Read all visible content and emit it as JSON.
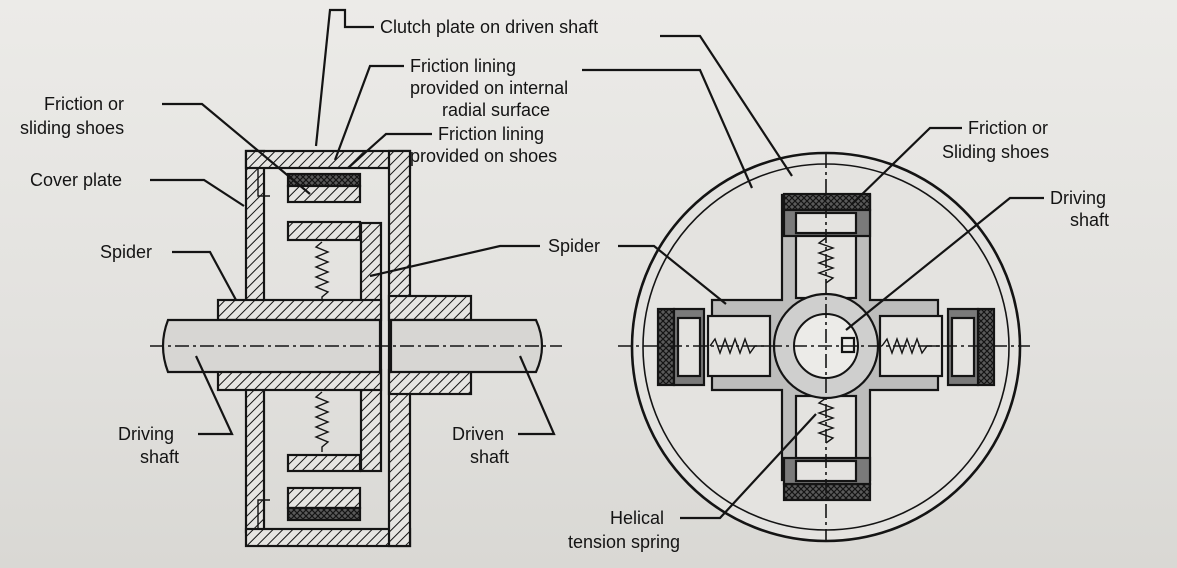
{
  "left_labels": {
    "clutch_plate_driven": "Clutch plate on driven shaft",
    "lining_internal_1": "Friction lining",
    "lining_internal_2": "provided on internal",
    "lining_internal_3": "radial surface",
    "lining_shoes_1": "Friction lining",
    "lining_shoes_2": "provided on shoes",
    "friction_shoes_1": "Friction or",
    "friction_shoes_2": "sliding shoes",
    "cover_plate": "Cover plate",
    "spider": "Spider",
    "driving_shaft_1": "Driving",
    "driving_shaft_2": "shaft",
    "driven_shaft_1": "Driven",
    "driven_shaft_2": "shaft"
  },
  "right_labels": {
    "friction_shoes_1": "Friction or",
    "friction_shoes_2": "Sliding shoes",
    "driving_shaft_1": "Driving",
    "driving_shaft_2": "shaft",
    "spider": "Spider",
    "spring_1": "Helical",
    "spring_2": "tension spring"
  },
  "colors": {
    "paper": "#e6e5e2",
    "ink": "#141414",
    "spider_fill": "#b9b9b9",
    "shoe_fill": "#7a7a7a",
    "lining_fill": "#3a3a3a"
  }
}
